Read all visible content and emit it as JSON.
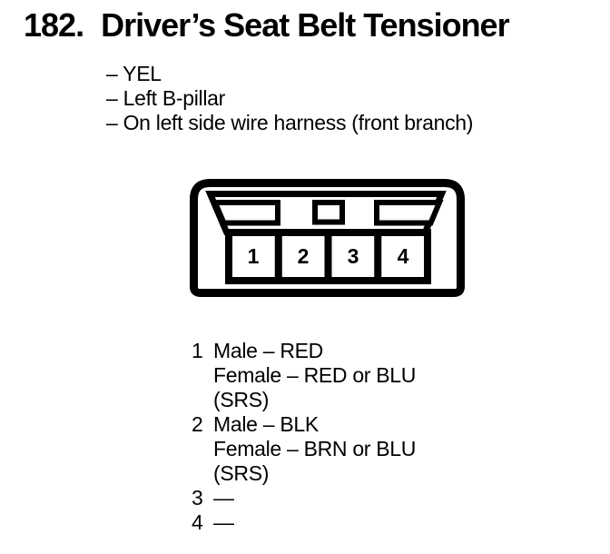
{
  "colors": {
    "ink": "#000000",
    "paper": "#ffffff"
  },
  "title": {
    "number": "182.",
    "text": "Driver’s Seat Belt Tensioner"
  },
  "notes": [
    "– YEL",
    "– Left B-pillar",
    "– On left side wire harness (front branch)"
  ],
  "connector": {
    "description": "4-pin connector front view",
    "pins": [
      "1",
      "2",
      "3",
      "4"
    ]
  },
  "pin_list": [
    {
      "pin": "1",
      "lines": [
        "Male – RED",
        "Female – RED or BLU",
        "(SRS)"
      ]
    },
    {
      "pin": "2",
      "lines": [
        "Male – BLK",
        "Female – BRN or BLU",
        "(SRS)"
      ]
    },
    {
      "pin": "3",
      "lines": [
        "—"
      ]
    },
    {
      "pin": "4",
      "lines": [
        "—"
      ]
    }
  ]
}
